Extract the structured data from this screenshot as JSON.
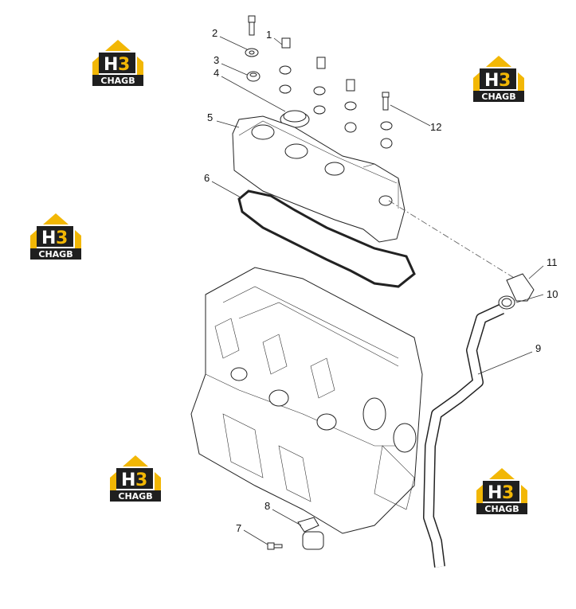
{
  "callouts": [
    {
      "id": "1",
      "label": "1"
    },
    {
      "id": "2",
      "label": "2"
    },
    {
      "id": "3",
      "label": "3"
    },
    {
      "id": "4",
      "label": "4"
    },
    {
      "id": "5",
      "label": "5"
    },
    {
      "id": "6",
      "label": "6"
    },
    {
      "id": "7",
      "label": "7"
    },
    {
      "id": "8",
      "label": "8"
    },
    {
      "id": "9",
      "label": "9"
    },
    {
      "id": "10",
      "label": "10"
    },
    {
      "id": "11",
      "label": "11"
    },
    {
      "id": "12",
      "label": "12"
    }
  ],
  "watermark": {
    "top": "H3",
    "bottom": "CHAGB",
    "color_yellow": "#f2b705",
    "color_dark": "#1f1f1f"
  }
}
